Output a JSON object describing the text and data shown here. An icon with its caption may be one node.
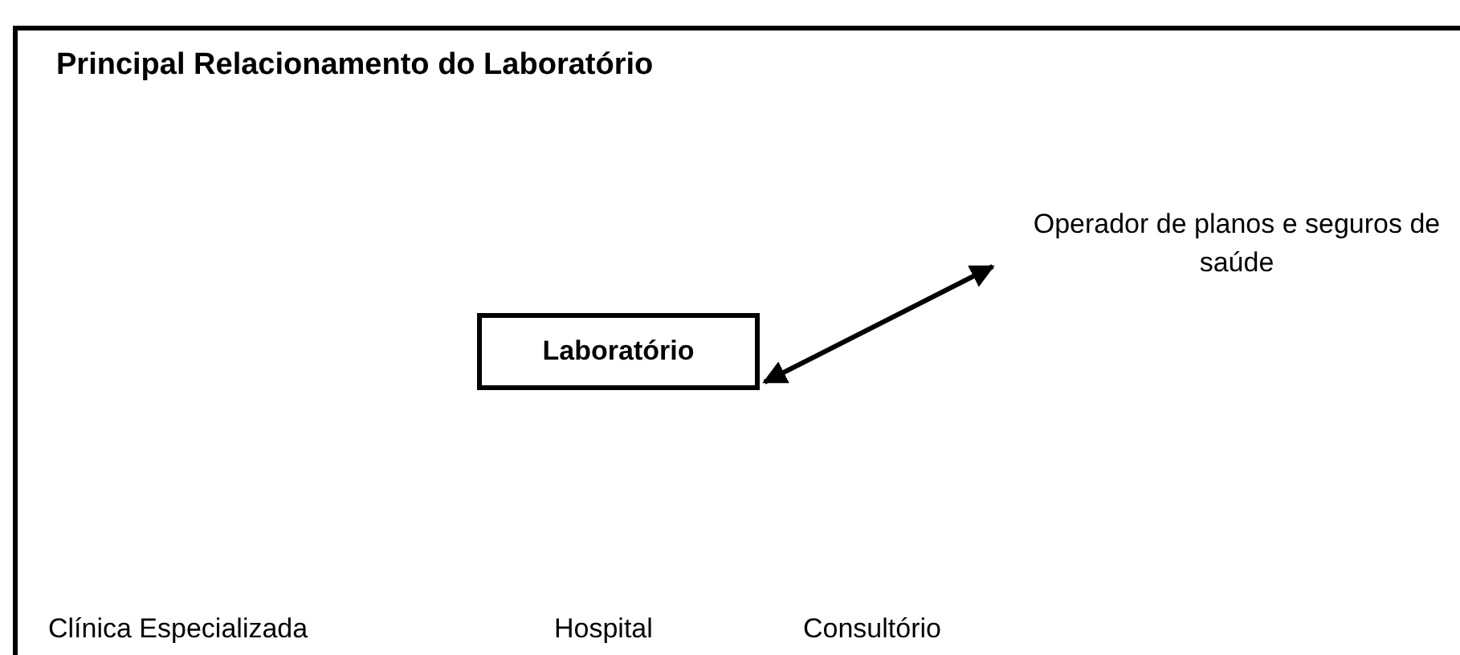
{
  "diagram": {
    "title": "Principal Relacionamento do Laboratório",
    "nodes": [
      {
        "text": [
          "Laboratório"
        ]
      },
      {
        "text": [
          "Operador de planos e seguros de saúde"
        ]
      }
    ],
    "edges": [
      {
        "from": 0,
        "to": 1,
        "arrow": "both"
      }
    ],
    "labels": [
      "Clínica Especializada",
      "Hospital",
      "Consultório"
    ]
  }
}
